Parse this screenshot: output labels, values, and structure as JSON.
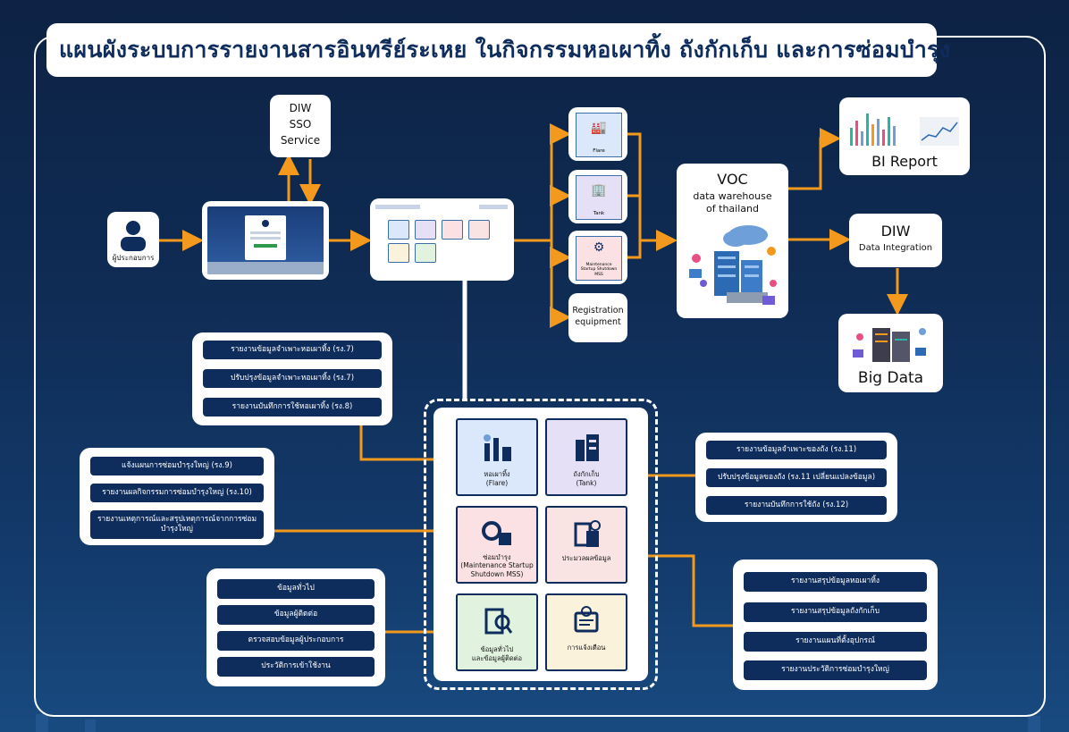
{
  "title": "แผนผังระบบการรายงานสารอินทรีย์ระเหย ในกิจกรรมหอเผาทิ้ง ถังกักเก็บ และการซ่อมบำรุง",
  "operator": {
    "label": "ผู้ประกอบการ"
  },
  "sso": {
    "line1": "DIW",
    "line2": "SSO",
    "line3": "Service"
  },
  "modules": {
    "flare": "Flare",
    "tank": "Tank",
    "maintenance": "Maintenance Startup Shutdown MSS",
    "registration": "Registration equipment"
  },
  "voc": {
    "title": "VOC",
    "line2": "data warehouse",
    "line3": "of thailand"
  },
  "bi": {
    "label": "BI Report"
  },
  "diw_integration": {
    "title": "DIW",
    "sub": "Data Integration"
  },
  "bigdata": {
    "label": "Big Data"
  },
  "flare_reports": [
    "รายงานข้อมูลจำเพาะหอเผาทิ้ง (รง.7)",
    "ปรับปรุงข้อมูลจำเพาะหอเผาทิ้ง (รง.7)",
    "รายงานบันทึกการใช้หอเผาทิ้ง (รง.8)"
  ],
  "maintenance_reports": [
    "แจ้งแผนการซ่อมบำรุงใหญ่ (รง.9)",
    "รายงานผลกิจกรรมการซ่อมบำรุงใหญ่ (รง.10)",
    "รายงานเหตุการณ์และสรุปเหตุการณ์จากการซ่อมบำรุงใหญ่"
  ],
  "info_reports": [
    "ข้อมูลทั่วไป",
    "ข้อมูลผู้ติดต่อ",
    "ตรวจสอบข้อมูลผู้ประกอบการ",
    "ประวัติการเข้าใช้งาน"
  ],
  "tank_reports": [
    "รายงานข้อมูลจำเพาะของถัง (รง.11)",
    "ปรับปรุงข้อมูลของถัง (รง.11 เปลี่ยนแปลงข้อมูล)",
    "รายงานบันทึกการใช้ถัง (รง.12)"
  ],
  "summary_reports": [
    "รายงานสรุปข้อมูลหอเผาทิ้ง",
    "รายงานสรุปข้อมูลถังกักเก็บ",
    "รายงานแผนที่ตั้งอุปกรณ์",
    "รายงานประวัติการซ่อมบำรุงใหญ่"
  ],
  "menu_tiles": [
    {
      "label": "หอเผาทิ้ง",
      "sub": "(Flare)",
      "color": "#dbe8fb",
      "icon": "factory-icon"
    },
    {
      "label": "ถังกักเก็บ",
      "sub": "(Tank)",
      "color": "#e6e0f7",
      "icon": "tank-icon"
    },
    {
      "label": "ซ่อมบำรุง",
      "sub": "(Maintenance Startup Shutdown MSS)",
      "color": "#fbe1e4",
      "icon": "maintenance-icon"
    },
    {
      "label": "ประมวลผลข้อมูล",
      "sub": "",
      "color": "#f9e3e3",
      "icon": "data-processing-icon"
    },
    {
      "label": "ข้อมูลทั่วไป",
      "sub": "และข้อมูลผู้ติดต่อ",
      "color": "#e1f2df",
      "icon": "search-document-icon"
    },
    {
      "label": "การแจ้งเตือน",
      "sub": "",
      "color": "#fbf2dc",
      "icon": "notification-icon"
    }
  ],
  "colors": {
    "navy": "#0f2d5c",
    "arrow": "#f39a1e",
    "background": "#0f2c55"
  }
}
